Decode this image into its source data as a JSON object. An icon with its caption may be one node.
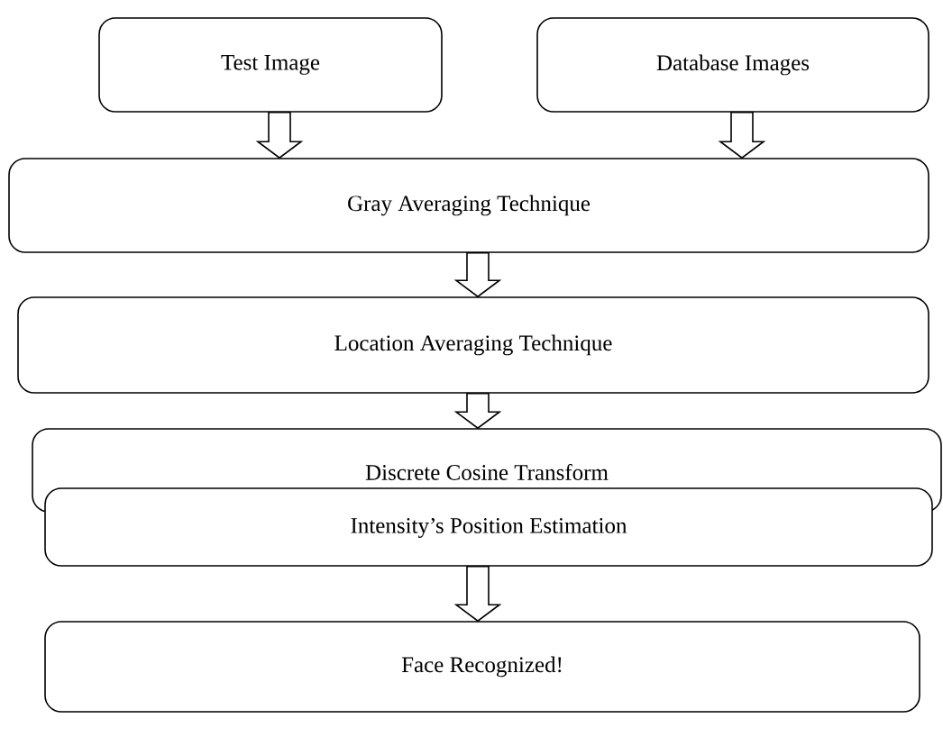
{
  "diagram": {
    "nodes": [
      {
        "text": [
          "Test Image"
        ]
      },
      {
        "text": [
          "Database Images"
        ]
      },
      {
        "text": [
          "Gray Averaging Technique"
        ]
      },
      {
        "text": [
          "Location Averaging Technique"
        ]
      },
      {
        "text": [
          "Discrete Cosine Transform"
        ]
      },
      {
        "text": [
          "Intensity’s Position Estimation"
        ]
      },
      {
        "text": [
          "Face Recognized!"
        ]
      }
    ],
    "edges": [
      {
        "from": 0,
        "to": 2,
        "arrow": "to"
      },
      {
        "from": 1,
        "to": 2,
        "arrow": "to"
      },
      {
        "from": 2,
        "to": 3,
        "arrow": "to"
      },
      {
        "from": 3,
        "to": 4,
        "arrow": "to"
      },
      {
        "from": 5,
        "to": 6,
        "arrow": "to"
      }
    ]
  }
}
